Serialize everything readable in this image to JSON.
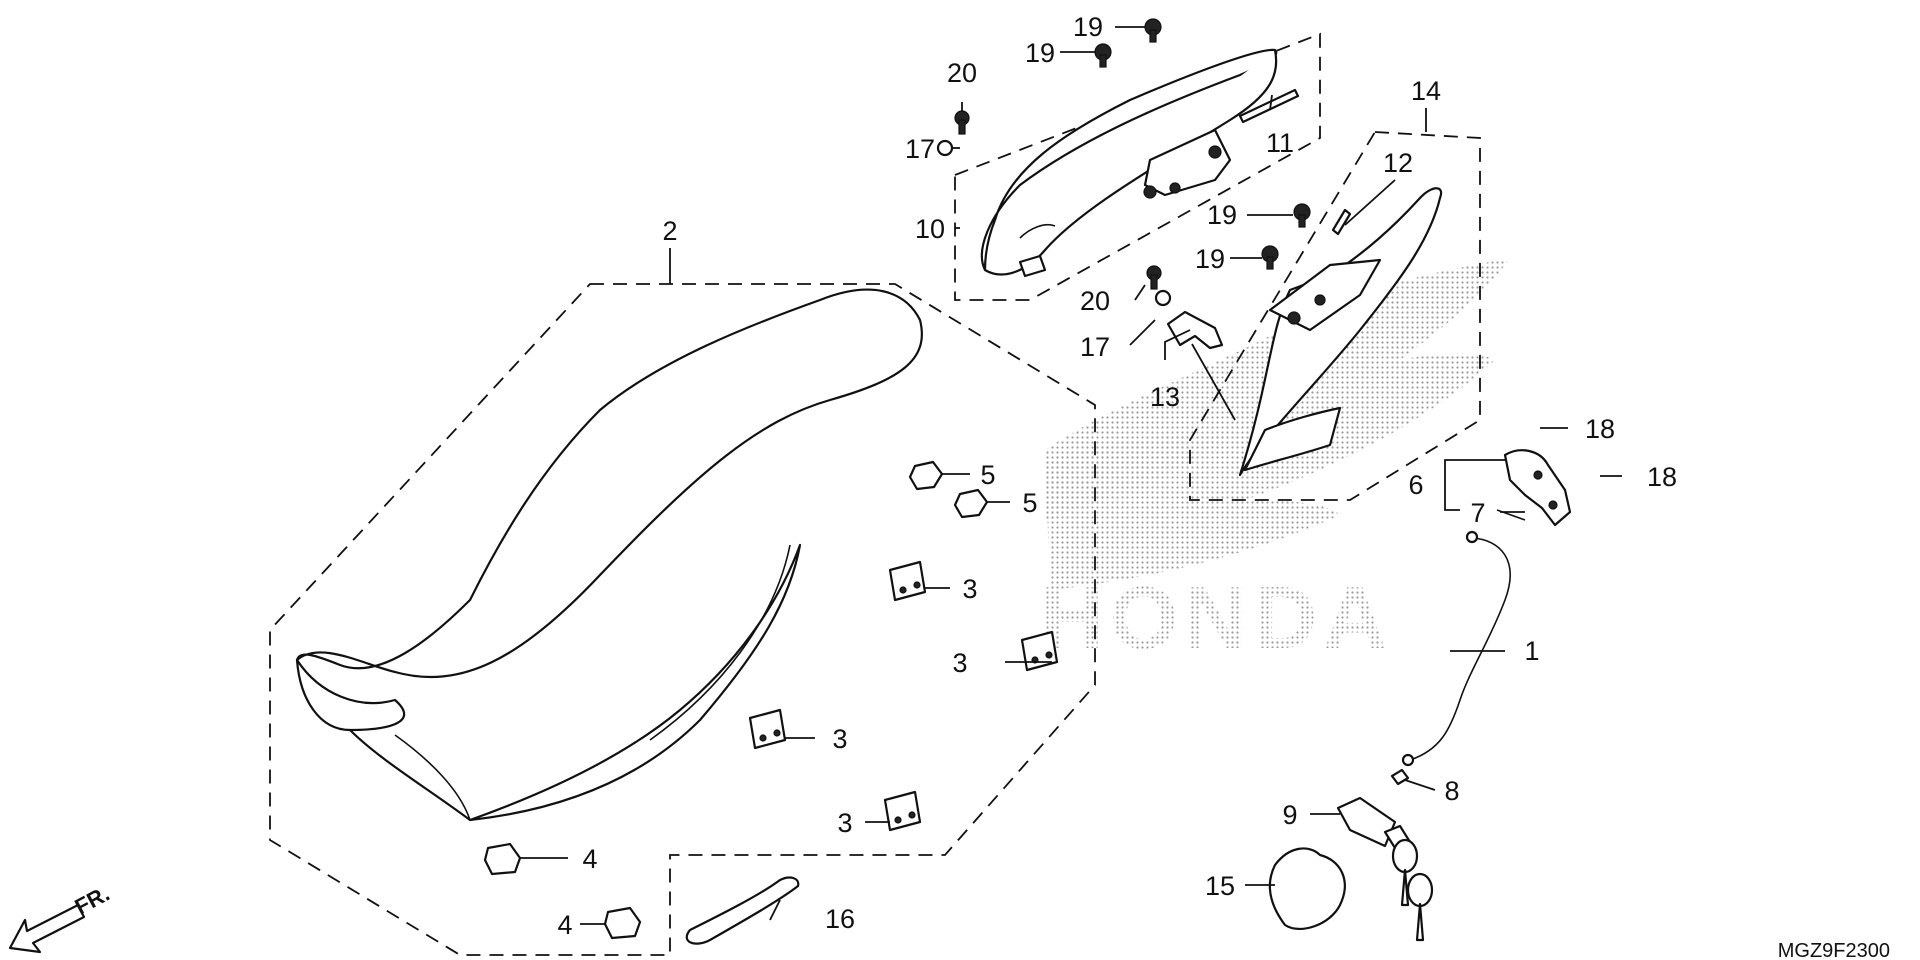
{
  "diagram": {
    "parts": [
      {
        "id": "p1",
        "label": "1"
      },
      {
        "id": "p2",
        "label": "2"
      },
      {
        "id": "p3a",
        "label": "3"
      },
      {
        "id": "p3b",
        "label": "3"
      },
      {
        "id": "p3c",
        "label": "3"
      },
      {
        "id": "p3d",
        "label": "3"
      },
      {
        "id": "p4a",
        "label": "4"
      },
      {
        "id": "p4b",
        "label": "4"
      },
      {
        "id": "p5a",
        "label": "5"
      },
      {
        "id": "p5b",
        "label": "5"
      },
      {
        "id": "p6",
        "label": "6"
      },
      {
        "id": "p7",
        "label": "7"
      },
      {
        "id": "p8",
        "label": "8"
      },
      {
        "id": "p9",
        "label": "9"
      },
      {
        "id": "p10",
        "label": "10"
      },
      {
        "id": "p11",
        "label": "11"
      },
      {
        "id": "p12",
        "label": "12"
      },
      {
        "id": "p13",
        "label": "13"
      },
      {
        "id": "p14",
        "label": "14"
      },
      {
        "id": "p15",
        "label": "15"
      },
      {
        "id": "p16",
        "label": "16"
      },
      {
        "id": "p17a",
        "label": "17"
      },
      {
        "id": "p17b",
        "label": "17"
      },
      {
        "id": "p18a",
        "label": "18"
      },
      {
        "id": "p18b",
        "label": "18"
      },
      {
        "id": "p19a",
        "label": "19"
      },
      {
        "id": "p19b",
        "label": "19"
      },
      {
        "id": "p19c",
        "label": "19"
      },
      {
        "id": "p19d",
        "label": "19"
      },
      {
        "id": "p20a",
        "label": "20"
      },
      {
        "id": "p20b",
        "label": "20"
      }
    ],
    "front_marker": "FR.",
    "diagram_code": "MGZ9F2300",
    "watermark_text": "HONDA"
  }
}
